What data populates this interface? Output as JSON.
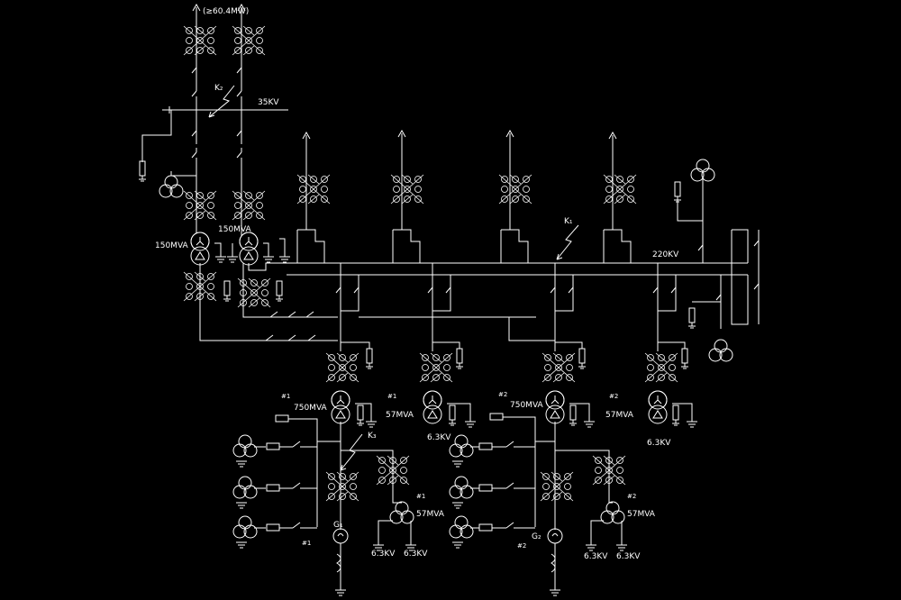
{
  "labels": {
    "top_load": "(≥60.4MW)",
    "k2": "K₂",
    "bus35": "35KV",
    "k1": "K₁",
    "bus220": "220KV",
    "t150_left": "150MVA",
    "t150_right": "150MVA",
    "g1_main": "750MVA",
    "g1_station": "57MVA",
    "g1_station_lv": "6.3KV",
    "g2_main": "750MVA",
    "g2_station": "57MVA",
    "g2_station_lv": "6.3KV",
    "k3": "K₃",
    "aux1_rating": "57MVA",
    "aux1_lv_a": "6.3KV",
    "aux1_lv_b": "6.3KV",
    "aux2_rating": "57MVA",
    "aux2_lv_a": "6.3KV",
    "aux2_lv_b": "6.3KV",
    "g1": "G₁",
    "g2": "G₂",
    "g1_name": "#1",
    "g2_name": "#2",
    "g1_tx_name": "#1",
    "g1_station_name": "#1",
    "g2_tx_name": "#2",
    "g2_station_name": "#2",
    "aux1_name": "#1",
    "aux2_name": "#2"
  },
  "colors": {
    "background": "#000000",
    "lines": "#ffffff"
  }
}
